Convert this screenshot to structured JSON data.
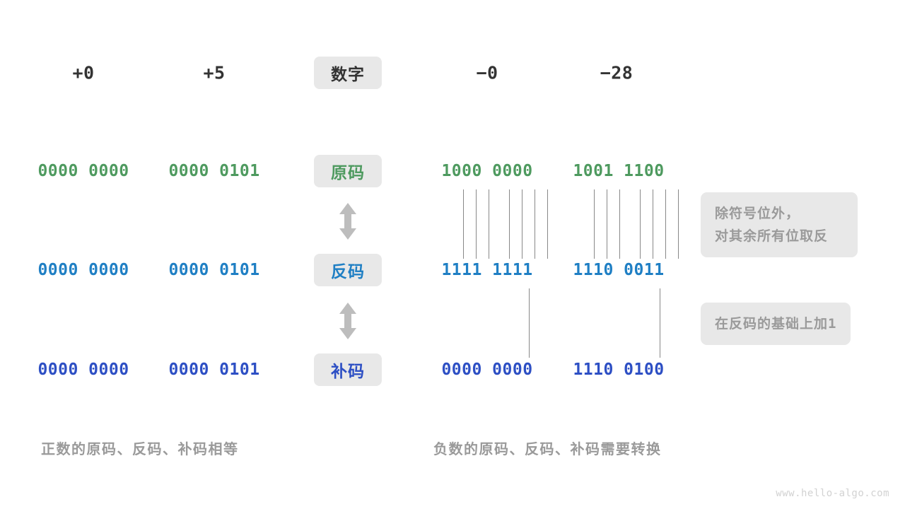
{
  "diagram": {
    "title_watermark": "www.hello-algo.com",
    "colors": {
      "green": "#4e9a5f",
      "blue": "#1f7fc4",
      "navy": "#2d4fc4",
      "badge_bg": "#e8e8e8",
      "note_text": "#9a9a9a",
      "line": "#888888",
      "header_text": "#333333"
    },
    "row_labels": [
      {
        "key": "number",
        "label": "数字",
        "color": "dark"
      },
      {
        "key": "sign_mag",
        "label": "原码",
        "color": "green"
      },
      {
        "key": "ones",
        "label": "反码",
        "color": "blue"
      },
      {
        "key": "twos",
        "label": "补码",
        "color": "navy"
      }
    ],
    "columns": [
      {
        "key": "plus0",
        "header": "+0"
      },
      {
        "key": "plus5",
        "header": "+5"
      },
      {
        "key": "minus0",
        "header": "−0"
      },
      {
        "key": "minus28",
        "header": "−28"
      }
    ],
    "values": {
      "sign_mag": {
        "plus0": "0000 0000",
        "plus5": "0000 0101",
        "minus0": "1000 0000",
        "minus28": "1001 1100"
      },
      "ones": {
        "plus0": "0000 0000",
        "plus5": "0000 0101",
        "minus0": "1111 1111",
        "minus28": "1110 0011"
      },
      "twos": {
        "plus0": "0000 0000",
        "plus5": "0000 0101",
        "minus0": "0000 0000",
        "minus28": "1110 0100"
      }
    },
    "notes": {
      "invert_line1": "除符号位外，",
      "invert_line2": "对其余所有位取反",
      "add_one_text": "在反码的基础上加",
      "add_one_value": "1"
    },
    "captions": {
      "positive": "正数的原码、反码、补码相等",
      "negative": "负数的原码、反码、补码需要转换"
    }
  }
}
